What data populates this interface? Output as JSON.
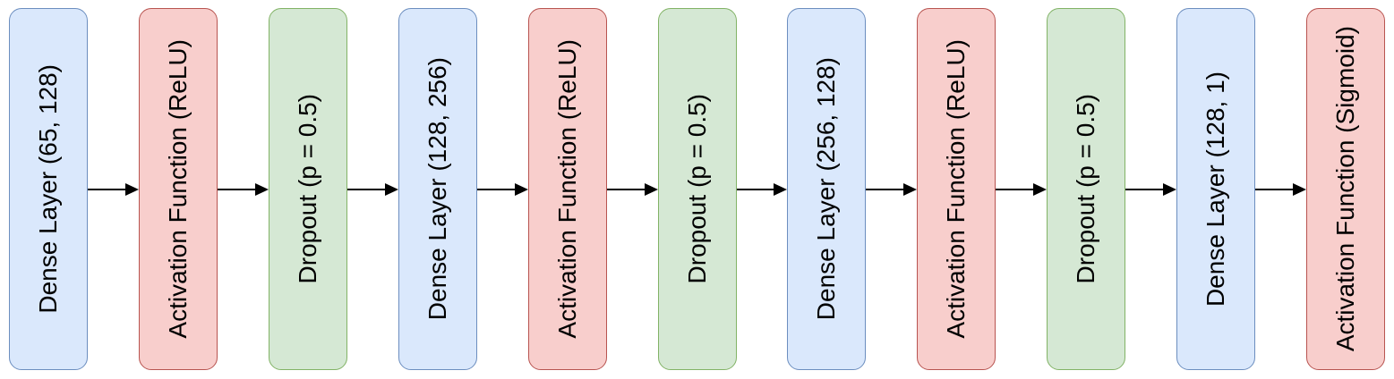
{
  "diagram": {
    "type": "neural-network-architecture-flow",
    "direction": "left-to-right",
    "background": "#ffffff",
    "text_color": "#000000",
    "arrow_color": "#000000"
  },
  "palette": {
    "dense": {
      "fill": "#dae8fc",
      "stroke": "#6c8ebf"
    },
    "activation": {
      "fill": "#f8cecc",
      "stroke": "#b85450"
    },
    "dropout": {
      "fill": "#d5e8d4",
      "stroke": "#82b366"
    }
  },
  "nodes": [
    {
      "kind": "dense",
      "label": "Dense Layer (65, 128)"
    },
    {
      "kind": "activation",
      "label": "Activation Function (ReLU)"
    },
    {
      "kind": "dropout",
      "label": "Dropout (p = 0.5)"
    },
    {
      "kind": "dense",
      "label": "Dense Layer (128, 256)"
    },
    {
      "kind": "activation",
      "label": "Activation Function (ReLU)"
    },
    {
      "kind": "dropout",
      "label": "Dropout (p = 0.5)"
    },
    {
      "kind": "dense",
      "label": "Dense Layer (256, 128)"
    },
    {
      "kind": "activation",
      "label": "Activation Function (ReLU)"
    },
    {
      "kind": "dropout",
      "label": "Dropout (p = 0.5)"
    },
    {
      "kind": "dense",
      "label": "Dense Layer (128, 1)"
    },
    {
      "kind": "activation",
      "label": "Activation Function (Sigmoid)"
    }
  ],
  "connections": [
    {
      "from": 0,
      "to": 1
    },
    {
      "from": 1,
      "to": 2
    },
    {
      "from": 2,
      "to": 3
    },
    {
      "from": 3,
      "to": 4
    },
    {
      "from": 4,
      "to": 5
    },
    {
      "from": 5,
      "to": 6
    },
    {
      "from": 6,
      "to": 7
    },
    {
      "from": 7,
      "to": 8
    },
    {
      "from": 8,
      "to": 9
    },
    {
      "from": 9,
      "to": 10
    }
  ]
}
